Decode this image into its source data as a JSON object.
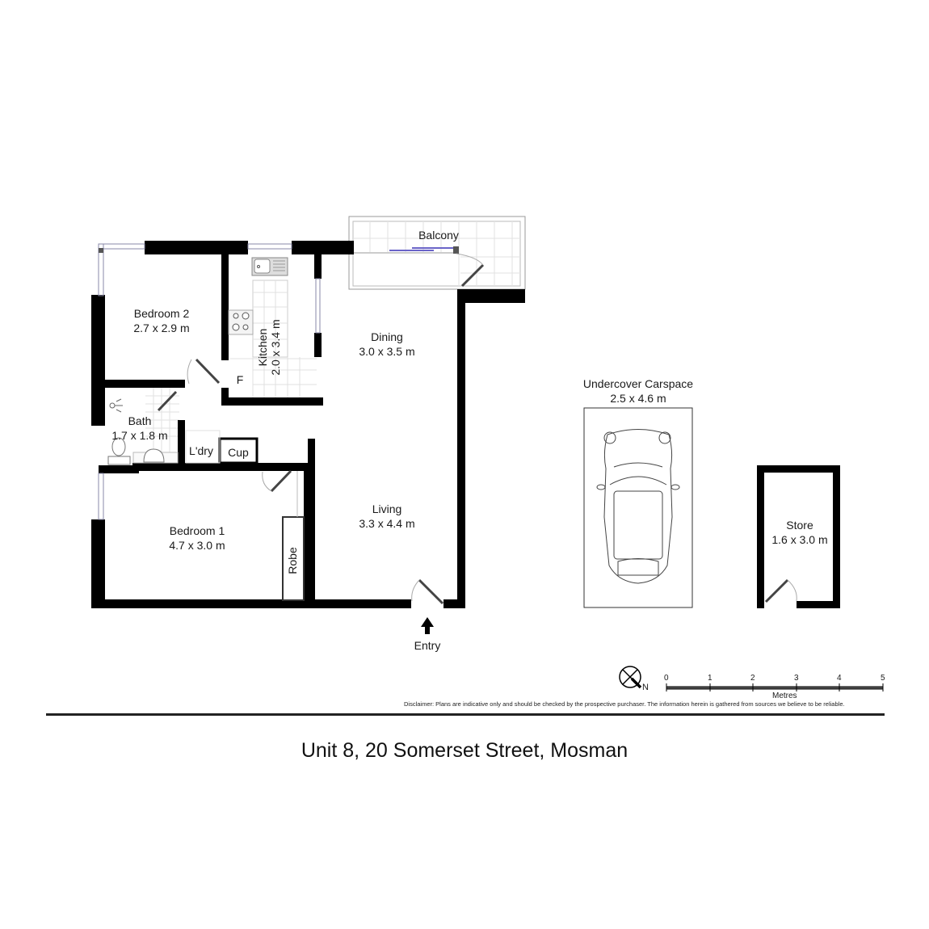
{
  "title": "Unit 8, 20 Somerset Street, Mosman",
  "rooms": {
    "bedroom2": {
      "name": "Bedroom 2",
      "size": "2.7 x 2.9 m"
    },
    "kitchen": {
      "name": "Kitchen",
      "size": "2.0 x 3.4 m"
    },
    "fridge": {
      "name": "F"
    },
    "dining": {
      "name": "Dining",
      "size": "3.0 x 3.5 m"
    },
    "balcony": {
      "name": "Balcony"
    },
    "bath": {
      "name": "Bath",
      "size": "1.7 x 1.8 m"
    },
    "laundry": {
      "name": "L'dry"
    },
    "cupboard": {
      "name": "Cup"
    },
    "bedroom1": {
      "name": "Bedroom 1",
      "size": "4.7 x 3.0 m"
    },
    "robe": {
      "name": "Robe"
    },
    "living": {
      "name": "Living",
      "size": "3.3 x 4.4 m"
    },
    "carspace": {
      "name": "Undercover Carspace",
      "size": "2.5 x 4.6 m"
    },
    "store": {
      "name": "Store",
      "size": "1.6 x 3.0 m"
    }
  },
  "entry": {
    "label": "Entry"
  },
  "compass": {
    "north_label": "N"
  },
  "scale": {
    "ticks": [
      "0",
      "1",
      "2",
      "3",
      "4",
      "5"
    ],
    "unit_label": "Metres"
  },
  "disclaimer": "Disclaimer: Plans are indicative only and should be checked by the prospective purchaser. The information herein is gathered from sources we believe to be reliable.",
  "colors": {
    "wall": "#000000",
    "window": "#8a8aa8",
    "sliding_door": "#6a64c8",
    "tile": "#d9d9d9"
  }
}
